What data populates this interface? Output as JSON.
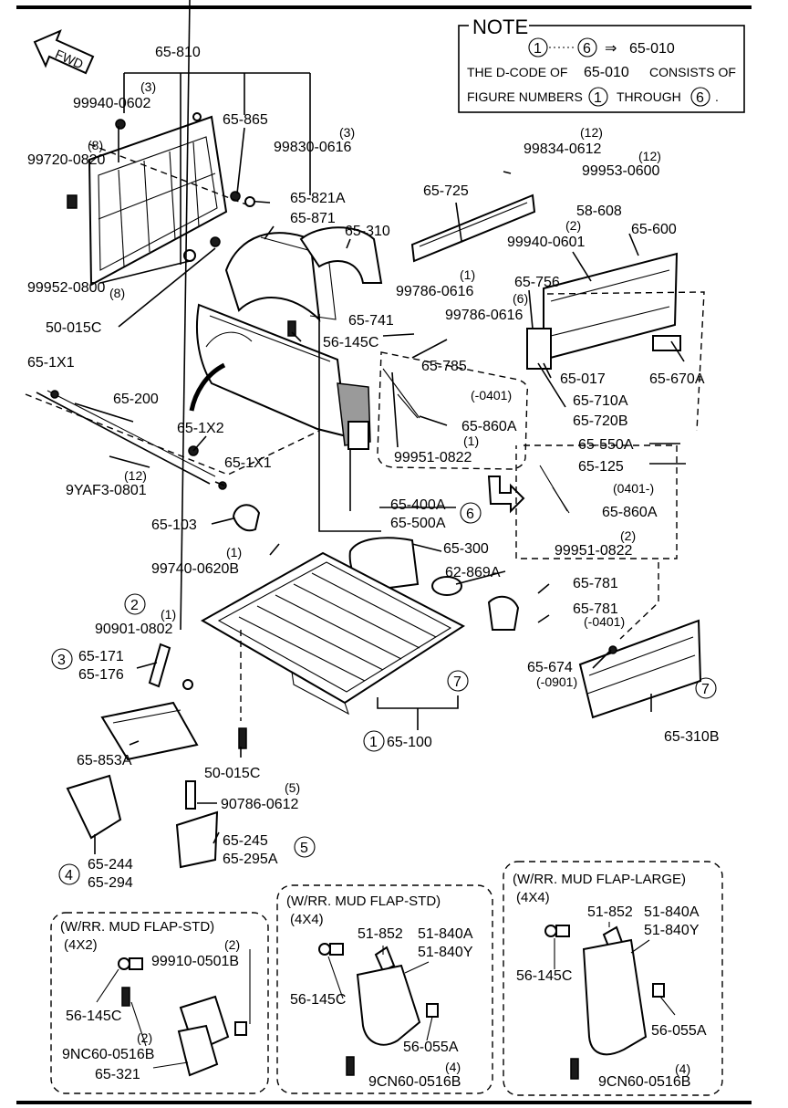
{
  "note": {
    "title": "NOTE",
    "range_start": "1",
    "range_end": "6",
    "arrow": "⇒",
    "target_code": "65-010",
    "line2_prefix": "THE D-CODE OF",
    "line2_code": "65-010",
    "line2_suffix": "CONSISTS OF",
    "line3_prefix": "FIGURE NUMBERS",
    "line3_mid": "THROUGH",
    "line3_end": "."
  },
  "fwd_label": "FWD",
  "labels": {
    "l_65_810": "65-810",
    "l_q3a": "(3)",
    "l_99940_0602": "99940-0602",
    "l_q8a": "(8)",
    "l_99720_0820": "99720-0820",
    "l_65_865": "65-865",
    "l_q3b": "(3)",
    "l_99830_0616": "99830-0616",
    "l_65_821a": "65-821A",
    "l_65_871": "65-871",
    "l_65_310": "65-310",
    "l_99952_0800": "99952-0800",
    "l_q8b": "(8)",
    "l_50_015c_top": "50-015C",
    "l_q12a": "(12)",
    "l_99834_0612": "99834-0612",
    "l_q12b": "(12)",
    "l_99953_0600": "99953-0600",
    "l_65_725": "65-725",
    "l_58_608": "58-608",
    "l_q2a": "(2)",
    "l_99940_0601": "99940-0601",
    "l_65_600": "65-600",
    "l_q1a": "(1)",
    "l_99786_0616a": "99786-0616",
    "l_65_756": "65-756",
    "l_q6": "(6)",
    "l_99786_0616b": "99786-0616",
    "l_65_741": "65-741",
    "l_56_145c_top": "56-145C",
    "l_65_785": "65-785",
    "l_65_017": "65-017",
    "l_65_670a": "65-670A",
    "l_65_1x1a": "65-1X1",
    "l_65_200": "65-200",
    "l_0401a": "(-0401)",
    "l_65_860a_1": "65-860A",
    "l_65_710a": "65-710A",
    "l_65_720b": "65-720B",
    "l_65_1x2": "65-1X2",
    "l_q1b": "(1)",
    "l_99951_0822a": "99951-0822",
    "l_65_550a": "65-550A",
    "l_65_1x1b": "65-1X1",
    "l_q12c": "(12)",
    "l_9yaf3_0801": "9YAF3-0801",
    "l_65_125": "65-125",
    "l_0401b": "(0401-)",
    "l_65_400a": "65-400A",
    "l_65_500a": "65-500A",
    "l_65_860a_2": "65-860A",
    "l_65_103": "65-103",
    "l_q2b": "(2)",
    "l_99951_0822b": "99951-0822",
    "l_q1c": "(1)",
    "l_99740_0620b": "99740-0620B",
    "l_65_300": "65-300",
    "l_62_869a": "62-869A",
    "l_65_781a": "65-781",
    "l_65_781b": "65-781",
    "l_0401c": "(-0401)",
    "l_q1d": "(1)",
    "l_90901_0802": "90901-0802",
    "l_65_171": "65-171",
    "l_65_176": "65-176",
    "l_65_674": "65-674",
    "l_0901": "(-0901)",
    "l_65_310b": "65-310B",
    "l_65_100": "65-100",
    "l_65_853a": "65-853A",
    "l_50_015c_bot": "50-015C",
    "l_q5": "(5)",
    "l_90786_0612": "90786-0612",
    "l_65_245": "65-245",
    "l_65_295a": "65-295A",
    "l_65_244": "65-244",
    "l_65_294": "65-294"
  },
  "circled": {
    "c_6": "6",
    "c_2": "2",
    "c_3": "3",
    "c_7a": "7",
    "c_7b": "7",
    "c_1": "1",
    "c_5": "5",
    "c_4": "4"
  },
  "box_std_4x2": {
    "title": "(W/RR. MUD FLAP-STD)",
    "subtitle": "(4X2)",
    "q2a": "(2)",
    "p1": "99910-0501B",
    "p2": "56-145C",
    "q2b": "(2)",
    "p3": "9NC60-0516B",
    "p4": "65-321"
  },
  "box_std_4x4": {
    "title": "(W/RR. MUD FLAP-STD)",
    "subtitle": "(4X4)",
    "p1": "51-852",
    "p2": "51-840A",
    "p3": "51-840Y",
    "p4": "56-145C",
    "p5": "56-055A",
    "q4": "(4)",
    "p6": "9CN60-0516B"
  },
  "box_large_4x4": {
    "title": "(W/RR. MUD FLAP-LARGE)",
    "subtitle": "(4X4)",
    "p1": "51-852",
    "p2": "51-840A",
    "p3": "51-840Y",
    "p4": "56-145C",
    "p5": "56-055A",
    "q4": "(4)",
    "p6": "9CN60-0516B"
  }
}
